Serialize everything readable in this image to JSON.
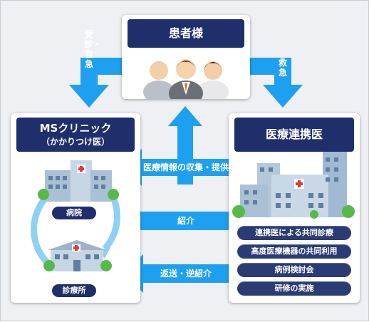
{
  "patient": {
    "title": "患者様"
  },
  "clinic": {
    "title_line1": "MSクリニック",
    "title_line2": "（かかりつけ医）",
    "hospital_label": "病院",
    "clinic_label": "診療所"
  },
  "partner": {
    "title": "医療連携医",
    "services": [
      "連携医による共同診療",
      "高度医療機器の共同利用",
      "病例検討会",
      "研修の実施"
    ]
  },
  "arrows": {
    "consult_emergency": "受診・救急",
    "emergency": "救急",
    "info": "医療情報の収集・提供",
    "referral": "紹介",
    "return": "返送・逆紹介"
  },
  "colors": {
    "arrow": "#1ea0f0",
    "header": "#1f2f6b",
    "cycle": "#8fd0f5"
  }
}
